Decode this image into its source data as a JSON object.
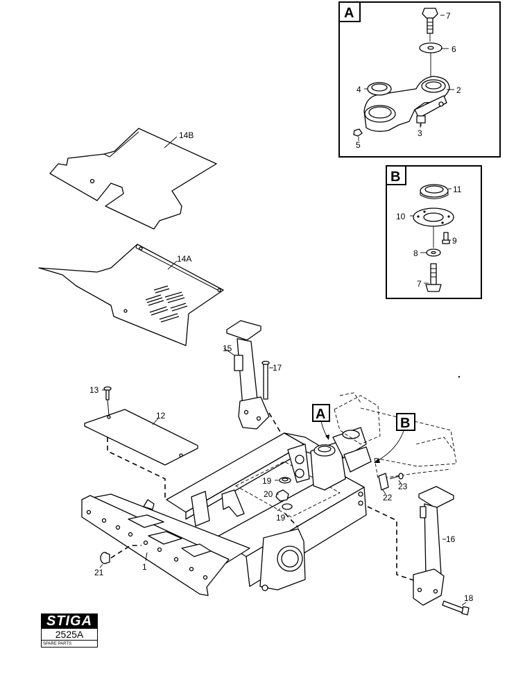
{
  "inset_a": {
    "letter": "A",
    "labels": {
      "c7": "7",
      "c6": "6",
      "c4": "4",
      "c2": "2",
      "c3": "3",
      "c5": "5"
    }
  },
  "inset_b": {
    "letter": "B",
    "labels": {
      "c11": "11",
      "c10": "10",
      "c9": "9",
      "c8": "8",
      "c7": "7"
    }
  },
  "callouts": {
    "c14b": "14B",
    "c14a": "14A",
    "c15": "15",
    "c17": "17",
    "c13": "13",
    "c12": "12",
    "c19a": "19",
    "c20": "20",
    "c19b": "19",
    "c22": "22",
    "c23": "23",
    "c16": "16",
    "c18": "18",
    "c21": "21",
    "c1": "1"
  },
  "view_markers": {
    "a": "A",
    "b": "B"
  },
  "logo": {
    "brand": "STIGA",
    "code": "2525A",
    "caption": "SPARE PARTS"
  }
}
